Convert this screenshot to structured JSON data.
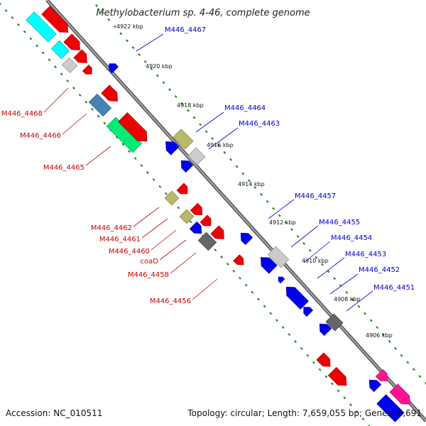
{
  "title": "Methylobacterium sp. 4-46, complete genome",
  "footer": {
    "accession": "Accession: NC_010511",
    "summary": "Topology: circular; Length: 7,659,055 bp; Genes: 6,691"
  },
  "scale_labels": [
    "4922 kbp",
    "4920 kbp",
    "4918 kbp",
    "4916 kbp",
    "4914 kbp",
    "4912 kbp",
    "4910 kbp",
    "4908 kbp",
    "4906 kbp"
  ],
  "plus_strand_labels": [
    "M446_4467",
    "M446_4464",
    "M446_4463",
    "M446_4457",
    "M446_4455",
    "M446_4454",
    "M446_4453",
    "M446_4452",
    "M446_4451"
  ],
  "minus_strand_labels": [
    "M446_4468",
    "M446_4466",
    "M446_4465",
    "M446_4462",
    "M446_4461",
    "M446_4460",
    "coaD",
    "M446_4458",
    "M446_4456"
  ],
  "colors": {
    "plus_strand": "#0000cc",
    "minus_strand": "#cc0000",
    "backbone": "#888888",
    "ticks": "#228b22",
    "red": "#ee0000",
    "blue": "#0000ee",
    "cyan": "#00ffff",
    "steelblue": "#4682b4",
    "seagreen": "#00ee76",
    "khaki": "#bdb76b",
    "lightgray": "#cccccc",
    "darkgray": "#666666",
    "pink": "#ff1493"
  }
}
